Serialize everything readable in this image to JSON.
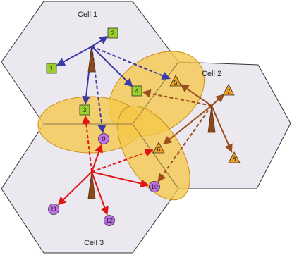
{
  "cells": [
    {
      "id": "cell1",
      "label": "Cell 1"
    },
    {
      "id": "cell2",
      "label": "Cell 2"
    },
    {
      "id": "cell3",
      "label": "Cell 3"
    }
  ],
  "nodes": [
    {
      "id": "u1",
      "label": "1",
      "shape": "square",
      "cell": "cell1"
    },
    {
      "id": "u2",
      "label": "2",
      "shape": "square",
      "cell": "cell1"
    },
    {
      "id": "u3",
      "label": "3",
      "shape": "square",
      "cell": "cell1"
    },
    {
      "id": "u4",
      "label": "4",
      "shape": "square",
      "cell": "cell1"
    },
    {
      "id": "u5",
      "label": "5",
      "shape": "triangle",
      "cell": "cell2"
    },
    {
      "id": "u6",
      "label": "6",
      "shape": "triangle",
      "cell": "cell2"
    },
    {
      "id": "u7",
      "label": "7",
      "shape": "triangle",
      "cell": "cell2"
    },
    {
      "id": "u8",
      "label": "8",
      "shape": "triangle",
      "cell": "cell2"
    },
    {
      "id": "u9",
      "label": "9",
      "shape": "circle",
      "cell": "cell3"
    },
    {
      "id": "u10",
      "label": "10",
      "shape": "circle",
      "cell": "cell3"
    },
    {
      "id": "u11",
      "label": "11",
      "shape": "circle",
      "cell": "cell3"
    },
    {
      "id": "u12",
      "label": "12",
      "shape": "circle",
      "cell": "cell3"
    }
  ],
  "links": [
    {
      "from": "cell1",
      "to": "u1",
      "style": "solid"
    },
    {
      "from": "cell1",
      "to": "u2",
      "style": "solid"
    },
    {
      "from": "cell1",
      "to": "u3",
      "style": "solid"
    },
    {
      "from": "cell1",
      "to": "u4",
      "style": "solid"
    },
    {
      "from": "cell1",
      "to": "u5",
      "style": "dashed"
    },
    {
      "from": "cell1",
      "to": "u9",
      "style": "dashed"
    },
    {
      "from": "cell2",
      "to": "u5",
      "style": "solid"
    },
    {
      "from": "cell2",
      "to": "u7",
      "style": "solid"
    },
    {
      "from": "cell2",
      "to": "u8",
      "style": "solid"
    },
    {
      "from": "cell2",
      "to": "u6",
      "style": "solid"
    },
    {
      "from": "cell2",
      "to": "u4",
      "style": "dashed"
    },
    {
      "from": "cell2",
      "to": "u10",
      "style": "dashed"
    },
    {
      "from": "cell3",
      "to": "u9",
      "style": "solid"
    },
    {
      "from": "cell3",
      "to": "u10",
      "style": "solid"
    },
    {
      "from": "cell3",
      "to": "u11",
      "style": "solid"
    },
    {
      "from": "cell3",
      "to": "u12",
      "style": "solid"
    },
    {
      "from": "cell3",
      "to": "u3",
      "style": "dashed"
    },
    {
      "from": "cell3",
      "to": "u6",
      "style": "dashed"
    }
  ],
  "colors": {
    "hex_fill": "#ebe8ef",
    "hex_stroke": "#333333",
    "zone_fill": "#f5c84a",
    "zone_stroke": "#c98f10",
    "tower": "#8a4a1c",
    "cell1_arrow": "#3b3ba8",
    "cell2_arrow": "#9a4e1c",
    "cell3_arrow": "#e01515",
    "square_fill": "#9bd02c",
    "triangle_fill": "#f0a020",
    "circle_fill": "#c070e8"
  }
}
